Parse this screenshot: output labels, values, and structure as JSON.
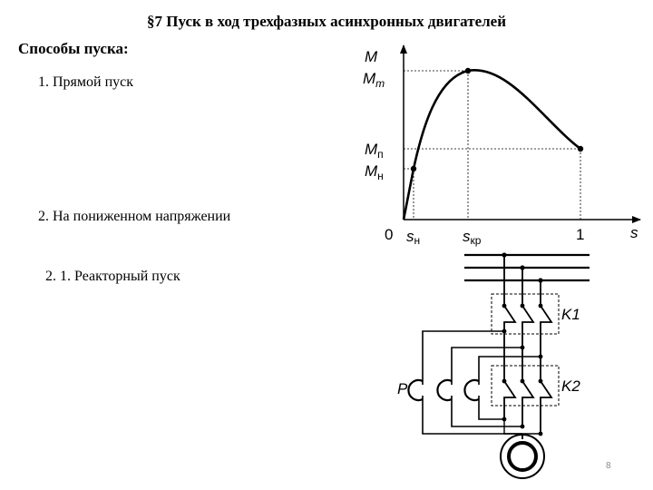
{
  "slide": {
    "title": "§7 Пуск в  ход трехфазных асинхронных двигателей",
    "subtitle": "Способы пуска:",
    "item1": "1. Прямой пуск",
    "item2": "2. На пониженном напряжении",
    "item3": "2. 1.  Реакторный пуск",
    "page_number": "8"
  },
  "graph": {
    "axis_y": "M",
    "axis_x": "s",
    "origin": "0",
    "tick_one": "1",
    "m_max": {
      "base": "M",
      "sub": "m"
    },
    "m_start": {
      "base": "M",
      "sub": "п"
    },
    "m_nom": {
      "base": "M",
      "sub": "н"
    },
    "s_nom": {
      "base": "s",
      "sub": "н"
    },
    "s_crit": {
      "base": "s",
      "sub": "кр"
    }
  },
  "circuit": {
    "contactor1": "K1",
    "contactor2": "K2",
    "reactor": "P"
  }
}
